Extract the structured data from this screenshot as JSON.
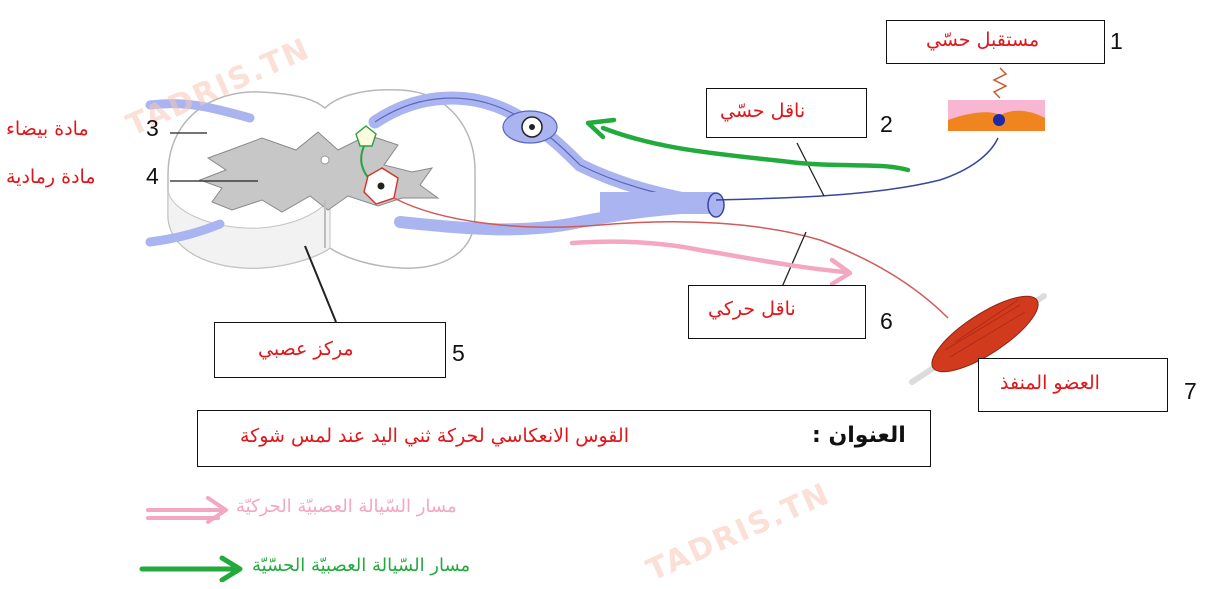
{
  "diagram": {
    "labels": {
      "receptor": {
        "number": "1",
        "text": "مستقبل حسّي"
      },
      "sensory_neuron": {
        "number": "2",
        "text": "ناقل حسّي"
      },
      "white_matter": {
        "number": "3",
        "text": "مادة بيضاء"
      },
      "gray_matter": {
        "number": "4",
        "text": "مادة رمادية"
      },
      "nerve_center": {
        "number": "5",
        "text": "مركز عصبي"
      },
      "motor_neuron": {
        "number": "6",
        "text": "ناقل حركي"
      },
      "effector": {
        "number": "7",
        "text": "العضو المنفذ"
      }
    },
    "title": {
      "label": "العنوان :",
      "text": "القوس الانعكاسي لحركة ثني اليد عند لمس شوكة"
    },
    "legend": [
      {
        "text": "مسار السّيالة العصبيّة الحركيّة",
        "color": "#f4a7c0"
      },
      {
        "text": "مسار السّيالة العصبيّة الحسّيّة",
        "color": "#22aa3c"
      }
    ],
    "colors": {
      "label_text": "#e0161a",
      "sensory_arrow": "#22aa3c",
      "motor_arrow": "#f4a7c0",
      "nerve_fill": "#aab4f0",
      "gray_matter": "#c7c7c7",
      "muscle": "#d23a1e"
    },
    "watermark": "TADRIS.TN"
  }
}
